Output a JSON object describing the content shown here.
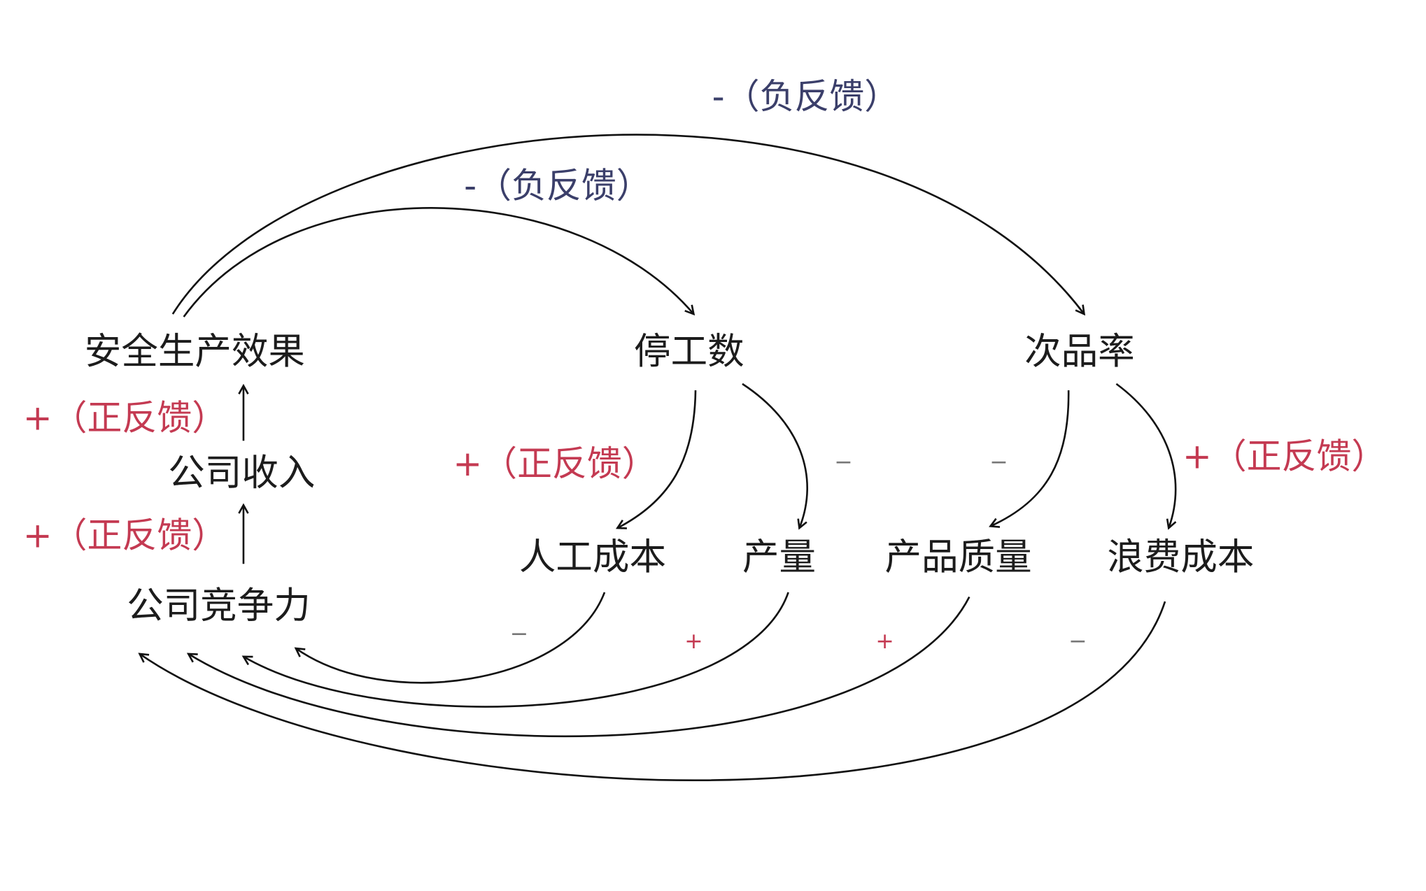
{
  "nodes": {
    "safety": "安全生产效果",
    "stoppage": "停工数",
    "defect_rate": "次品率",
    "revenue": "公司收入",
    "competitiveness": "公司竞争力",
    "labor_cost": "人工成本",
    "output": "产量",
    "quality": "产品质量",
    "waste_cost": "浪费成本"
  },
  "labels": {
    "neg_outer": "-（负反馈）",
    "neg_inner": "-（负反馈）",
    "pos_left_top": "+（正反馈）",
    "pos_left_bottom": "+（正反馈）",
    "pos_middle": "+（正反馈）",
    "pos_right": "+（正反馈）"
  },
  "signs": {
    "stoppage_output": "−",
    "defect_quality": "−",
    "labor_comp": "−",
    "output_comp": "+",
    "quality_comp": "+",
    "waste_comp": "−"
  },
  "colors": {
    "positive": "#c43a52",
    "negative": "#3b3f6a",
    "text": "#1c1c1c"
  }
}
